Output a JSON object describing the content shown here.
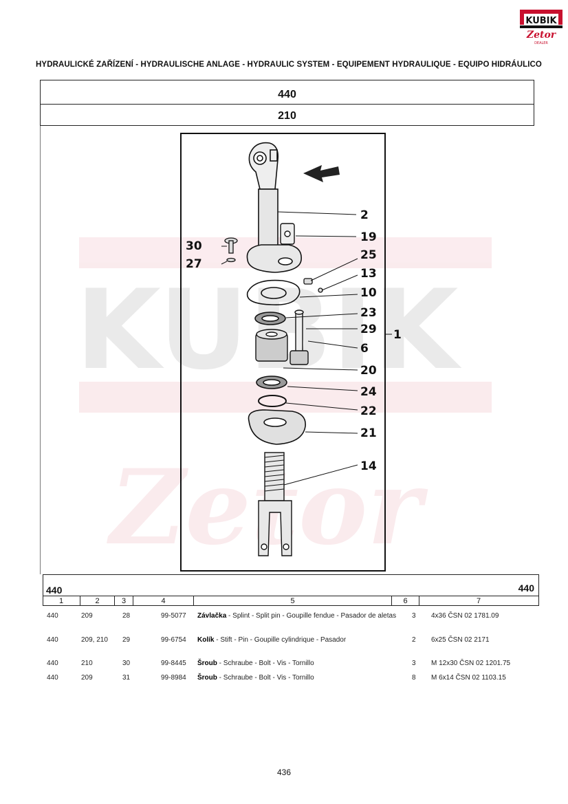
{
  "logo": {
    "brand": "KUBIK",
    "sub": "Zetor",
    "dealer": "DEALER"
  },
  "header": {
    "title": "HYDRAULICKÉ ZAŘÍZENÍ - HYDRAULISCHE ANLAGE - HYDRAULIC SYSTEM - EQUIPEMENT HYDRAULIQUE - EQUIPO HIDRÁULICO",
    "box1": "440",
    "box2": "210"
  },
  "diagram": {
    "callouts": {
      "c2": "2",
      "c19": "19",
      "c30": "30",
      "c27": "27",
      "c25": "25",
      "c13": "13",
      "c10": "10",
      "c23": "23",
      "c29": "29",
      "c1": "1",
      "c6": "6",
      "c20": "20",
      "c24": "24",
      "c22": "22",
      "c21": "21",
      "c14": "14"
    }
  },
  "table": {
    "code_left": "440",
    "code_right": "440",
    "columns": [
      "1",
      "2",
      "3",
      "4",
      "5",
      "6",
      "7"
    ],
    "rows": [
      {
        "c1": "440",
        "c2": "209",
        "c3": "28",
        "c4": "99-5077",
        "name": "Závlačka",
        "desc": " - Splint - Split pin - Goupille fendue - Pasador de aletas",
        "c6": "3",
        "c7": "4x36 ČSN 02 1781.09"
      },
      {
        "c1": "440",
        "c2": "209, 210",
        "c3": "29",
        "c4": "99-6754",
        "name": "Kolík",
        "desc": " - Stift - Pin - Goupille cylindrique - Pasador",
        "c6": "2",
        "c7": "6x25 ČSN 02 2171"
      },
      {
        "c1": "440",
        "c2": "210",
        "c3": "30",
        "c4": "99-8445",
        "name": "Šroub",
        "desc": " - Schraube - Bolt - Vis - Tornillo",
        "c6": "3",
        "c7": "M 12x30 ČSN 02 1201.75"
      },
      {
        "c1": "440",
        "c2": "209",
        "c3": "31",
        "c4": "99-8984",
        "name": "Šroub",
        "desc": " - Schraube - Bolt - Vis - Tornillo",
        "c6": "8",
        "c7": "M 6x14 ČSN 02 1103.15"
      }
    ]
  },
  "page_number": "436"
}
